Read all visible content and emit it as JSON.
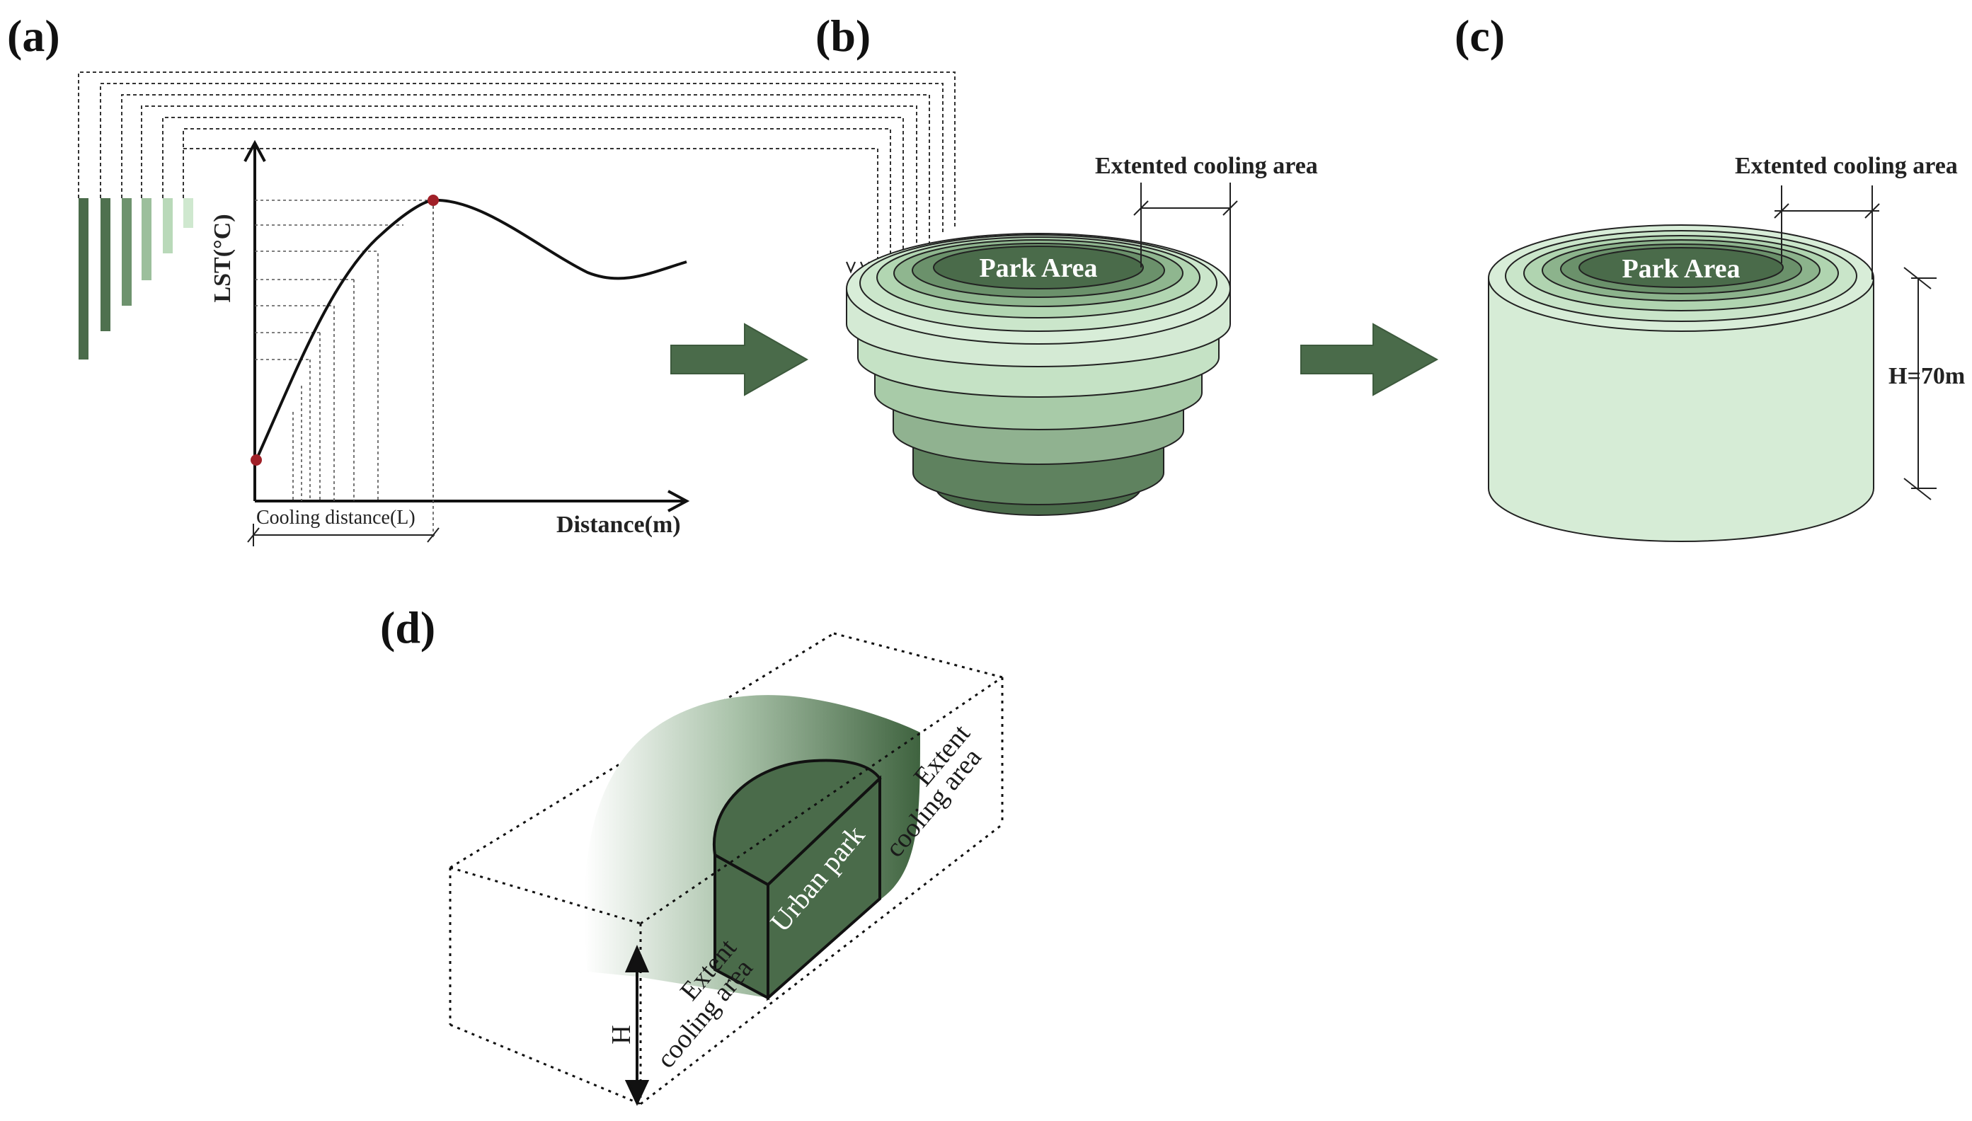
{
  "panels": {
    "a": "(a)",
    "b": "(b)",
    "c": "(c)",
    "d": "(d)"
  },
  "graph": {
    "ylabel": "LST(°C)",
    "xlabel": "Distance(m)",
    "cooling_distance": "Cooling distance(L)"
  },
  "panel_b": {
    "extended_label": "Extented cooling area",
    "park_label": "Park  Area"
  },
  "panel_c": {
    "extended_label": "Extented cooling area",
    "park_label": "Park  Area",
    "height_label": "H=70m"
  },
  "panel_d": {
    "urban_park": "Urban park",
    "extent_right_1": "Extent",
    "extent_right_2": "cooling area",
    "extent_left_1": "Extent",
    "extent_left_2": "cooling area",
    "height": "H"
  },
  "colors": {
    "dark_green": "#4a6b4a",
    "mid_green": "#7fa37f",
    "light_green": "#c5e3c5",
    "pale_green": "#d6ecd6",
    "marker_red": "#a02028"
  }
}
